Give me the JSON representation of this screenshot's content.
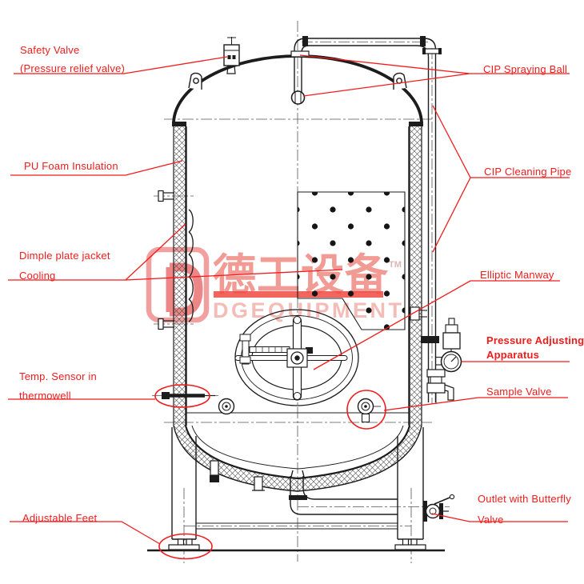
{
  "diagram_title": "Bright beer tank / brite tank technical drawing with part callouts",
  "colors": {
    "callout_red": "#f21b1b",
    "line_black": "#1c1c1c",
    "watermark_pink": "#ef8a82",
    "watermark_bar_red": "#ee4a42",
    "watermark_light_pink": "#f3b9b4",
    "logo_red": "#ef8f8f"
  },
  "watermark": {
    "cn": "德工设备",
    "tm": "TM",
    "en": "DGEQUIPMENT"
  },
  "labels": {
    "safety_valve": {
      "line1": "Safety Valve",
      "line2": "(Pressure relief valve)"
    },
    "cip_spraying_ball": {
      "line1": "CIP Spraying Ball"
    },
    "pu_foam_insulation": {
      "line1": "PU Foam Insulation"
    },
    "cip_cleaning_pipe": {
      "line1": "CIP Cleaning Pipe"
    },
    "dimple_jacket": {
      "line1": "Dimple plate jacket",
      "line2": "Cooling"
    },
    "elliptic_manway": {
      "line1": "Elliptic Manway"
    },
    "pressure_adjusting": {
      "line1": "Pressure Adjusting",
      "line2": "Apparatus"
    },
    "temp_sensor": {
      "line1": "Temp. Sensor in",
      "line2": "thermowell"
    },
    "sample_valve": {
      "line1": "Sample Valve"
    },
    "adjustable_feet": {
      "line1": "Adjustable Feet"
    },
    "outlet_butterfly": {
      "line1": "Outlet with Butterfly",
      "line2": "Valve"
    }
  }
}
